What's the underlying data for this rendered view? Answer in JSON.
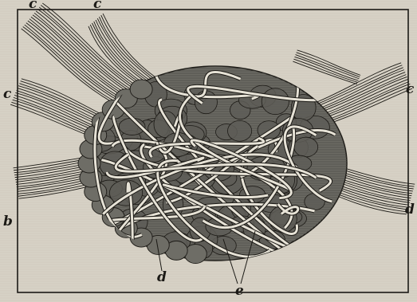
{
  "figure": {
    "labels": {
      "c_top_left": "c",
      "c_top_mid": "c",
      "c_left": "c",
      "c_right": "c",
      "b_left": "b",
      "d_right": "d",
      "d_bottom": "d",
      "e_bottom": "e"
    },
    "colors": {
      "paper": "#d7d2c6",
      "ink": "#1c1a16",
      "cell_fill": "#6b6a63",
      "fiber_fill": "#e6e2d6"
    }
  }
}
